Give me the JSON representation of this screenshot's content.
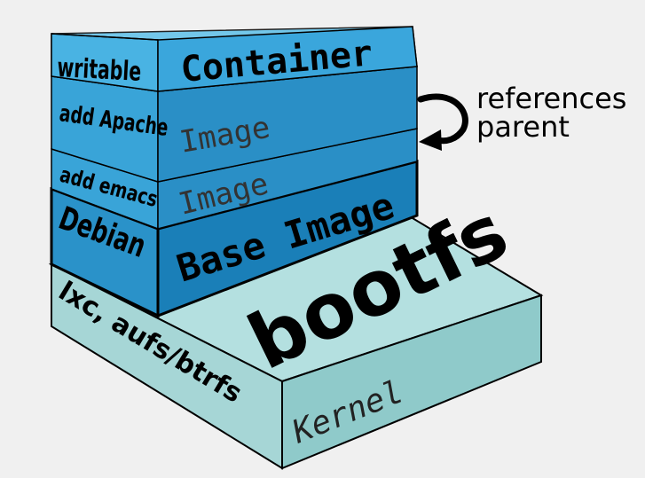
{
  "layers": {
    "writable": {
      "side_label": "writable",
      "face_label": "Container"
    },
    "apache": {
      "side_label": "add Apache",
      "face_label": "Image"
    },
    "emacs": {
      "side_label": "add emacs",
      "face_label": "Image"
    },
    "debian": {
      "side_label": "Debian",
      "face_label": "Base Image"
    },
    "kernel": {
      "side_label": "lxc, aufs/btrfs",
      "top_label": "bootfs",
      "face_label": "Kernel"
    }
  },
  "annotation": {
    "line1": "references",
    "line2": "parent"
  },
  "colors": {
    "container": "#3aa6dc",
    "image": "#2a8fc6",
    "base": "#1a7fb8",
    "kernel": "#a6d6d6",
    "outline": "#000000",
    "background": "#f0f0f0"
  }
}
